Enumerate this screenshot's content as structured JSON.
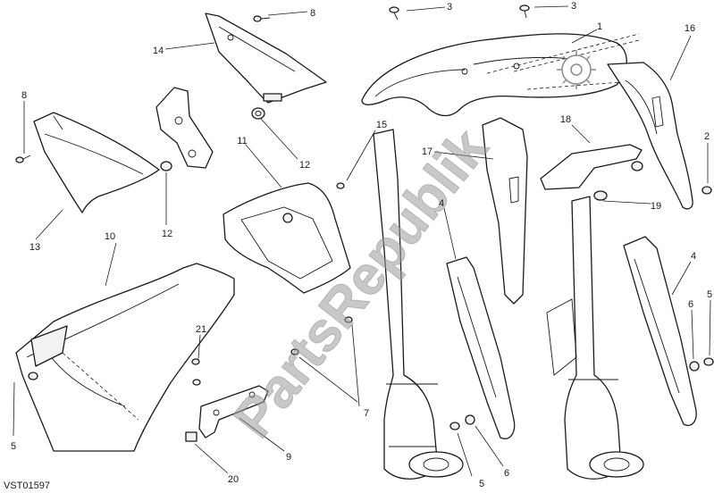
{
  "diagram": {
    "code": "VST01597",
    "watermark": "PartsRepublik",
    "callouts": [
      {
        "id": "c1",
        "label": "1"
      },
      {
        "id": "c2",
        "label": "2"
      },
      {
        "id": "c3a",
        "label": "3"
      },
      {
        "id": "c3b",
        "label": "3"
      },
      {
        "id": "c4a",
        "label": "4"
      },
      {
        "id": "c4b",
        "label": "4"
      },
      {
        "id": "c5a",
        "label": "5"
      },
      {
        "id": "c5b",
        "label": "5"
      },
      {
        "id": "c5c",
        "label": "5"
      },
      {
        "id": "c6a",
        "label": "6"
      },
      {
        "id": "c6b",
        "label": "6"
      },
      {
        "id": "c7",
        "label": "7"
      },
      {
        "id": "c8a",
        "label": "8"
      },
      {
        "id": "c8b",
        "label": "8"
      },
      {
        "id": "c9",
        "label": "9"
      },
      {
        "id": "c10",
        "label": "10"
      },
      {
        "id": "c11",
        "label": "11"
      },
      {
        "id": "c12a",
        "label": "12"
      },
      {
        "id": "c12b",
        "label": "12"
      },
      {
        "id": "c13",
        "label": "13"
      },
      {
        "id": "c14",
        "label": "14"
      },
      {
        "id": "c15",
        "label": "15"
      },
      {
        "id": "c16",
        "label": "16"
      },
      {
        "id": "c17",
        "label": "17"
      },
      {
        "id": "c18",
        "label": "18"
      },
      {
        "id": "c19",
        "label": "19"
      },
      {
        "id": "c20",
        "label": "20"
      },
      {
        "id": "c21",
        "label": "21"
      }
    ]
  }
}
